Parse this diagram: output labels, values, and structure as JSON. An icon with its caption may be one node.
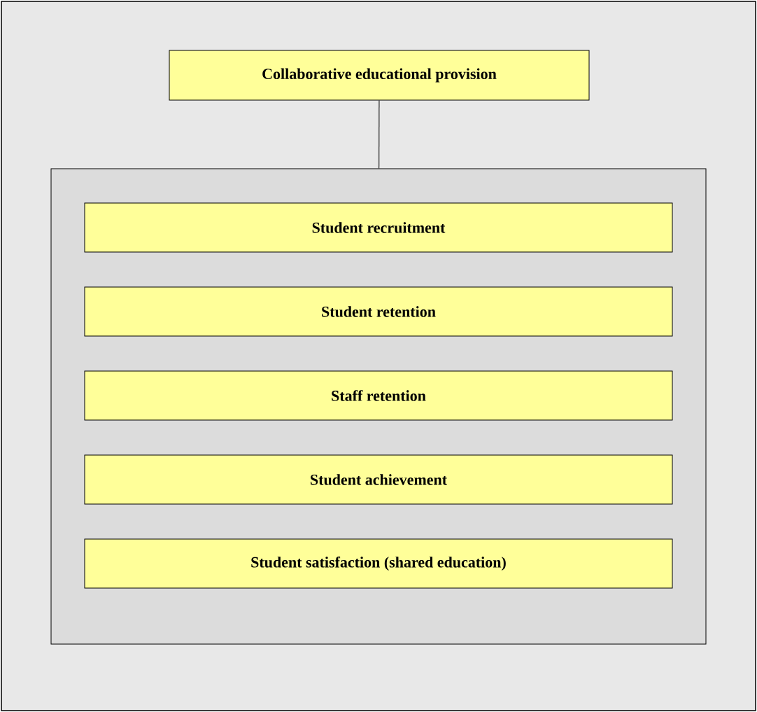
{
  "diagram": {
    "nodes": [
      {
        "text": [
          "Collaborative educational provision"
        ]
      },
      {
        "text": [],
        "shape": "box"
      },
      {
        "text": [
          "Student recruitment"
        ],
        "in": 1
      },
      {
        "text": [
          "Student retention"
        ],
        "in": 1
      },
      {
        "text": [
          "Staff retention"
        ],
        "in": 1
      },
      {
        "text": [
          "Student achievement"
        ],
        "in": 1
      },
      {
        "text": [
          "Student satisfaction (shared education)"
        ],
        "in": 1
      }
    ],
    "edges": [
      {
        "from": 0,
        "to": 1,
        "arrow": "none"
      }
    ]
  }
}
